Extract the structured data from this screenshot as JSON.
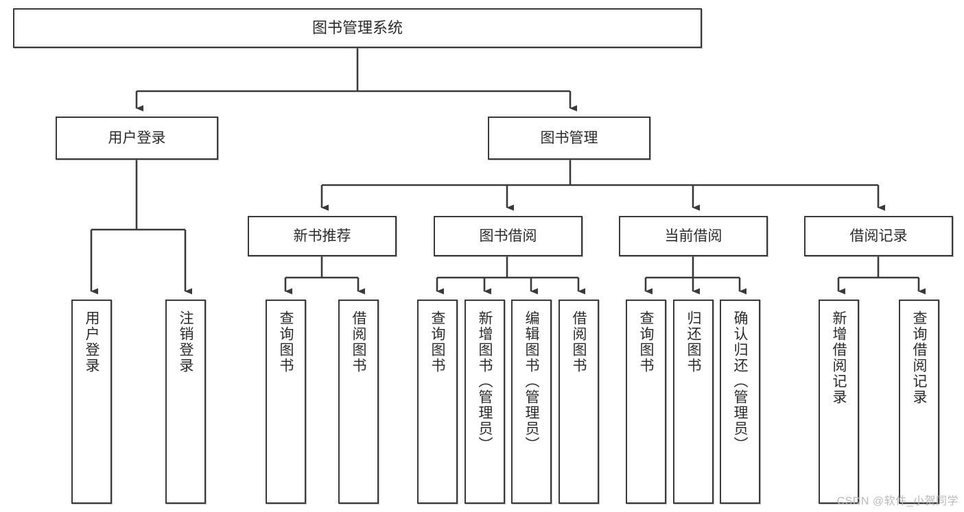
{
  "diagram": {
    "title": "图书管理系统",
    "type": "tree-hierarchy",
    "root": {
      "label": "图书管理系统"
    },
    "level2": [
      {
        "label": "用户登录"
      },
      {
        "label": "图书管理"
      }
    ],
    "level3": [
      {
        "label": "新书推荐"
      },
      {
        "label": "图书借阅"
      },
      {
        "label": "当前借阅"
      },
      {
        "label": "借阅记录"
      }
    ],
    "leaves": {
      "user_login": [
        {
          "label": "用户登录"
        },
        {
          "label": "注销登录"
        }
      ],
      "new_book_recommend": [
        {
          "label": "查询图书"
        },
        {
          "label": "借阅图书"
        }
      ],
      "book_borrow": [
        {
          "label": "查询图书"
        },
        {
          "label": "新增图书（管理员）"
        },
        {
          "label": "编辑图书（管理员）"
        },
        {
          "label": "借阅图书"
        }
      ],
      "current_borrow": [
        {
          "label": "查询图书"
        },
        {
          "label": "归还图书"
        },
        {
          "label": "确认归还（管理员）"
        }
      ],
      "borrow_record": [
        {
          "label": "新增借阅记录"
        },
        {
          "label": "查询借阅记录"
        }
      ]
    }
  },
  "watermark": {
    "text": "CSDN @软件_小贺同学"
  },
  "colors": {
    "box_border": "#3a3a3a",
    "box_fill": "#ffffff",
    "text": "#2b2b2b",
    "edge": "#3a3a3a",
    "watermark": "#b9b9b9"
  }
}
